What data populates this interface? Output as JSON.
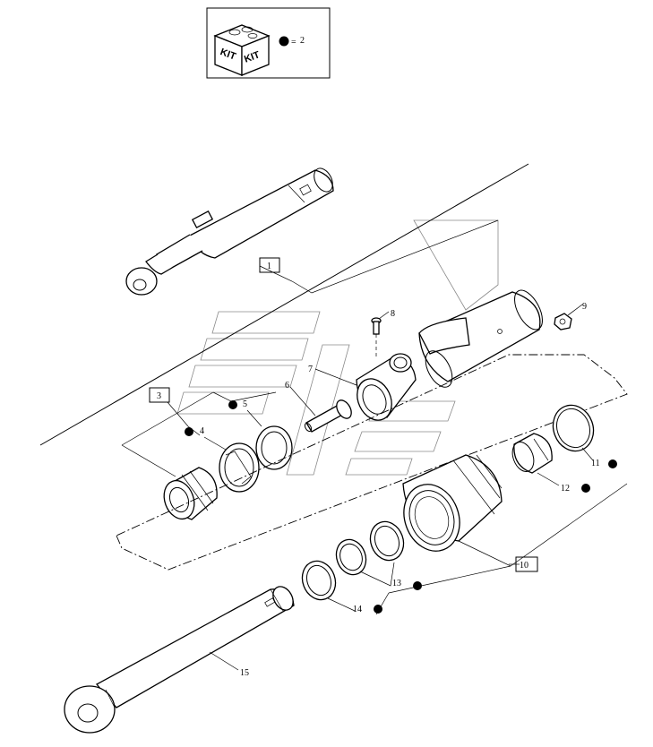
{
  "legend": {
    "kit_left": "KIT",
    "kit_right": "KIT",
    "equals": "=",
    "kit_number": "2"
  },
  "callouts": {
    "c1": "1",
    "c3": "3",
    "c4": "4",
    "c5": "5",
    "c6": "6",
    "c7": "7",
    "c8": "8",
    "c9": "9",
    "c10": "10",
    "c11": "11",
    "c12": "12",
    "c13": "13",
    "c14": "14",
    "c15": "15"
  }
}
